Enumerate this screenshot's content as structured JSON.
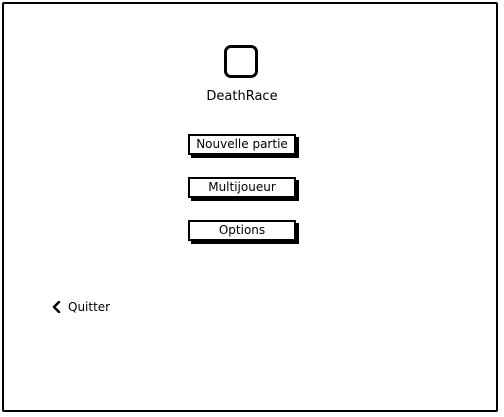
{
  "app": {
    "title": "DeathRace",
    "logo_icon": "app-logo-icon"
  },
  "menu": {
    "items": [
      {
        "label": "Nouvelle partie"
      },
      {
        "label": "Multijoueur"
      },
      {
        "label": "Options"
      }
    ]
  },
  "footer": {
    "back_label": "Quitter",
    "back_icon": "chevron-left-icon"
  },
  "colors": {
    "stroke": "#000000",
    "background": "#ffffff"
  }
}
